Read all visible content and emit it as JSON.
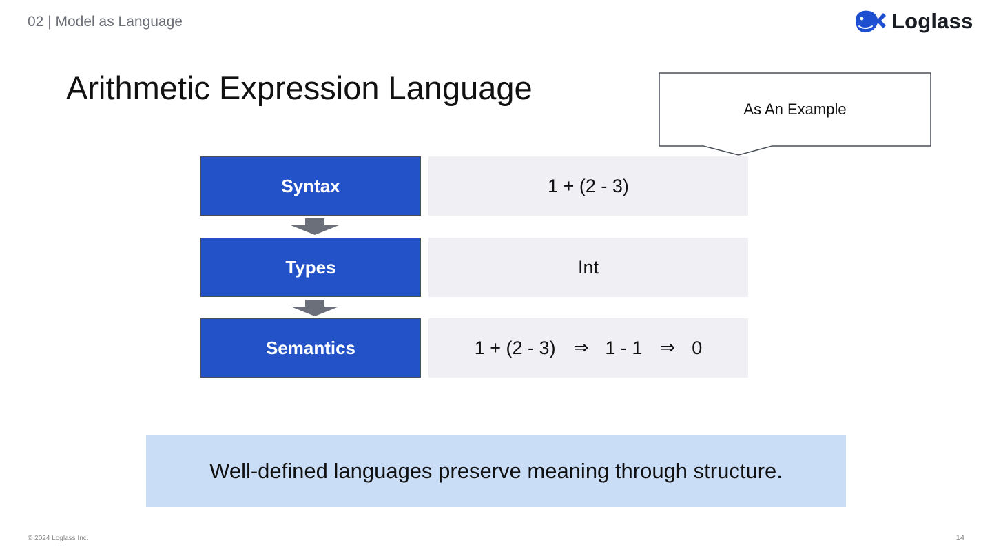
{
  "header": {
    "section_label": "02 | Model as Language",
    "brand_name": "Loglass",
    "brand_color": "#1f4fd1"
  },
  "slide": {
    "title": "Arithmetic Expression Language",
    "callout": "As An Example",
    "rows": [
      {
        "label": "Syntax",
        "value": "1 + (2 - 3)"
      },
      {
        "label": "Types",
        "value": "Int"
      },
      {
        "label": "Semantics",
        "steps": [
          "1 + (2 - 3)",
          "⇒",
          "1 - 1",
          "⇒",
          "0"
        ]
      }
    ],
    "summary": "Well-defined languages preserve meaning through structure."
  },
  "footer": {
    "copyright": "© 2024 Loglass Inc.",
    "page_number": "14"
  },
  "colors": {
    "label_fill": "#2352c8",
    "value_fill": "#efeff4",
    "arrow_fill": "#6b6f7a",
    "summary_fill": "#c9ddf7"
  },
  "icons": {
    "logo": "whale-logo-icon",
    "flow_arrow": "down-arrow-icon"
  }
}
